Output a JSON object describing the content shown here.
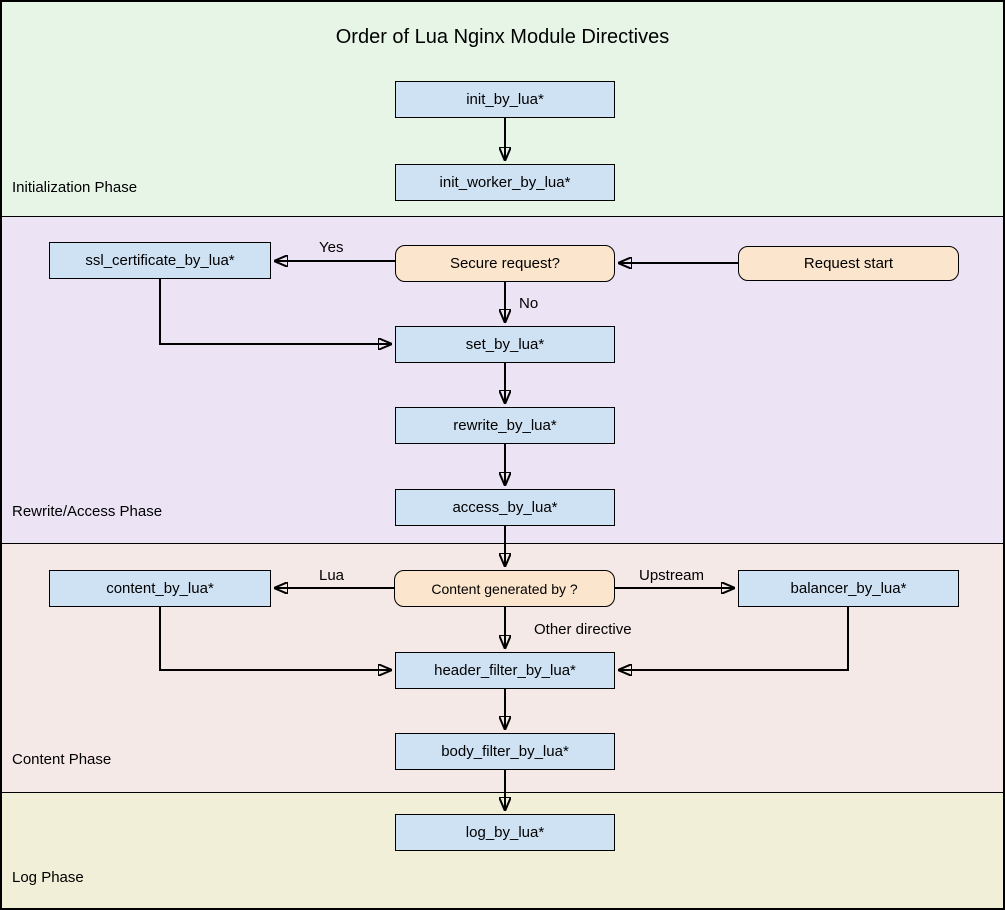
{
  "diagram": {
    "title": "Order of Lua Nginx Module Directives",
    "phases": [
      {
        "name": "Initialization Phase",
        "color": "#e7f5e7"
      },
      {
        "name": "Rewrite/Access Phase",
        "color": "#ece3f4"
      },
      {
        "name": "Content Phase",
        "color": "#f5e9e8"
      },
      {
        "name": "Log Phase",
        "color": "#f1efd8"
      }
    ],
    "nodes": {
      "init_by_lua": {
        "label": "init_by_lua*",
        "type": "directive"
      },
      "init_worker_by_lua": {
        "label": "init_worker_by_lua*",
        "type": "directive"
      },
      "ssl_certificate_by_lua": {
        "label": "ssl_certificate_by_lua*",
        "type": "directive"
      },
      "secure_request": {
        "label": "Secure request?",
        "type": "decision"
      },
      "request_start": {
        "label": "Request start",
        "type": "decision"
      },
      "set_by_lua": {
        "label": "set_by_lua*",
        "type": "directive"
      },
      "rewrite_by_lua": {
        "label": "rewrite_by_lua*",
        "type": "directive"
      },
      "access_by_lua": {
        "label": "access_by_lua*",
        "type": "directive"
      },
      "content_by_lua": {
        "label": "content_by_lua*",
        "type": "directive"
      },
      "content_generated_by": {
        "label": "Content generated by ?",
        "type": "decision"
      },
      "balancer_by_lua": {
        "label": "balancer_by_lua*",
        "type": "directive"
      },
      "header_filter_by_lua": {
        "label": "header_filter_by_lua*",
        "type": "directive"
      },
      "body_filter_by_lua": {
        "label": "body_filter_by_lua*",
        "type": "directive"
      },
      "log_by_lua": {
        "label": "log_by_lua*",
        "type": "directive"
      }
    },
    "edge_labels": {
      "yes": "Yes",
      "no": "No",
      "lua": "Lua",
      "upstream": "Upstream",
      "other_directive": "Other directive"
    },
    "colors": {
      "directive_fill": "#cfe2f3",
      "decision_fill": "#fce5cd",
      "line": "#000000"
    }
  }
}
